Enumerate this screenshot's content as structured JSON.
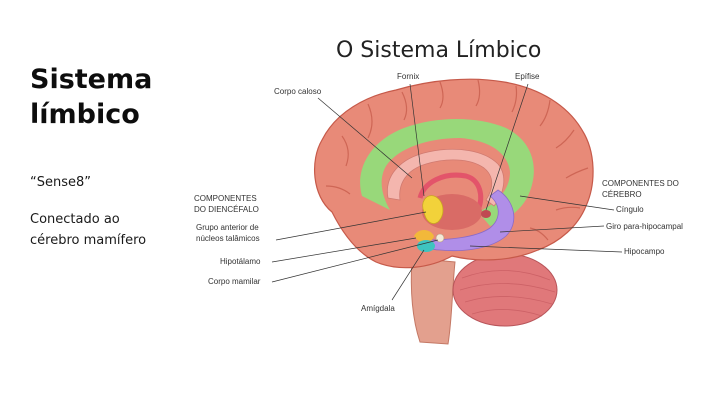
{
  "slide": {
    "title_line1": "Sistema",
    "title_line2": "límbico",
    "subtitle": "“Sense8”",
    "description_line1": "Conectado ao",
    "description_line2": "cérebro mamífero"
  },
  "figure": {
    "title": "O Sistema Límbico",
    "labels": {
      "corpo_caloso": "Corpo caloso",
      "fornix": "Fornix",
      "epifise": "Epífise",
      "componentes_diencefalo_1": "COMPONENTES",
      "componentes_diencefalo_2": "DO DIENCÉFALO",
      "grupo_anterior_1": "Grupo anterior de",
      "grupo_anterior_2": "núcleos talâmicos",
      "hipotalamo": "Hipotálamo",
      "corpo_mamilar": "Corpo mamilar",
      "amigdala": "Amígdala",
      "componentes_cerebro_1": "COMPONENTES DO",
      "componentes_cerebro_2": "CÉREBRO",
      "cingulo": "Cíngulo",
      "giro_para_hipocampal": "Giro para-hipocampal",
      "hipocampo": "Hipocampo"
    },
    "colors": {
      "cortex": "#e88a78",
      "cortex_dark": "#c65a4a",
      "limbic_green": "#8fe07a",
      "hippocampus_purple": "#b08ee8",
      "thalamus_yellow": "#f2d23a",
      "cerebellum": "#e0787a"
    }
  }
}
